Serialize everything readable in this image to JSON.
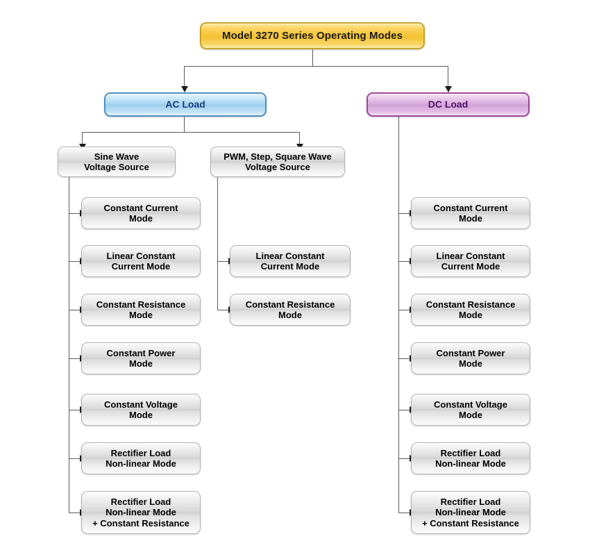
{
  "diagram": {
    "title_box": {
      "label": "Model 3270 Series Operating Modes"
    },
    "branches": [
      {
        "key": "ac",
        "label": "AC Load"
      },
      {
        "key": "dc",
        "label": "DC Load"
      }
    ],
    "ac_sources": [
      {
        "key": "sine",
        "label": "Sine Wave\nVoltage Source"
      },
      {
        "key": "pwm",
        "label": "PWM, Step, Square Wave\nVoltage Source"
      }
    ],
    "sine_modes": [
      {
        "label": "Constant Current\nMode"
      },
      {
        "label": "Linear Constant\nCurrent Mode"
      },
      {
        "label": "Constant Resistance\nMode"
      },
      {
        "label": "Constant Power\nMode"
      },
      {
        "label": "Constant Voltage\nMode"
      },
      {
        "label": "Rectifier Load\nNon-linear Mode"
      },
      {
        "label": "Rectifier Load\nNon-linear Mode\n+ Constant Resistance"
      }
    ],
    "pwm_modes": [
      {
        "label": "Linear Constant\nCurrent Mode"
      },
      {
        "label": "Constant Resistance\nMode"
      }
    ],
    "dc_modes": [
      {
        "label": "Constant Current\nMode"
      },
      {
        "label": "Linear Constant\nCurrent Mode"
      },
      {
        "label": "Constant Resistance\nMode"
      },
      {
        "label": "Constant Power\nMode"
      },
      {
        "label": "Constant Voltage\nMode"
      },
      {
        "label": "Rectifier Load\nNon-linear Mode"
      },
      {
        "label": "Rectifier Load\nNon-linear Mode\n+ Constant Resistance"
      }
    ],
    "colors": {
      "title_fill": "#f6c636",
      "title_border": "#c9a227",
      "ac_fill": "#a3d3f0",
      "ac_border": "#4d8fc0",
      "ac_text": "#1b3a7a",
      "dc_fill": "#d5a8da",
      "dc_border": "#a0459c",
      "dc_text": "#4e1264",
      "mode_fill": "#d9d9d9",
      "mode_border": "#b2b2b2",
      "connector": "#5a5a5a",
      "arrow": "#1a1a1a",
      "background": "#ffffff"
    }
  }
}
